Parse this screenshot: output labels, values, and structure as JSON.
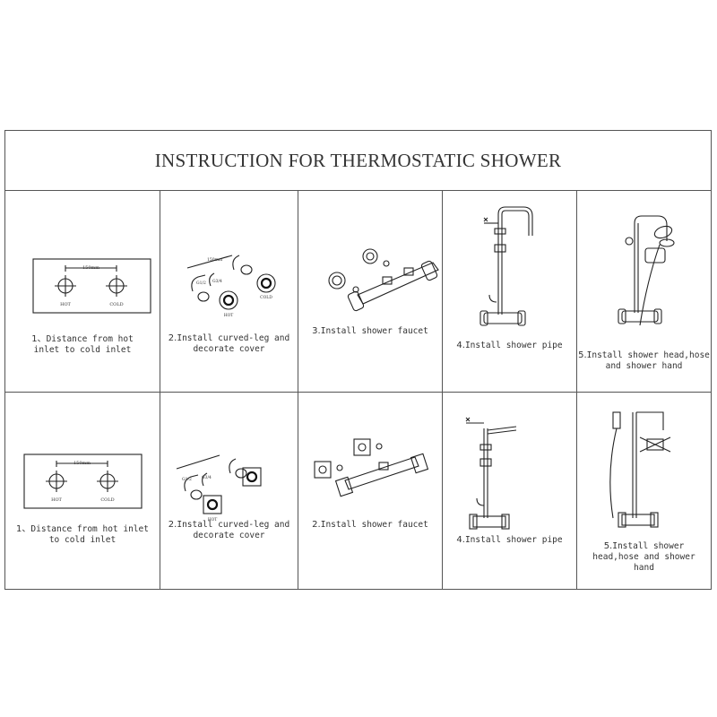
{
  "title": "INSTRUCTION FOR THERMOSTATIC SHOWER",
  "round_set": {
    "step1": {
      "num": "1、",
      "text_a": "Distance from hot",
      "text_b": "inlet to cold inlet",
      "dim": "150mm",
      "hot": "HOT",
      "cold": "COLD"
    },
    "step2": {
      "num": "2.",
      "text_a": "Install curved-leg and",
      "text_b": "decorate cover",
      "g12": "G1/2",
      "g34": "G3/4",
      "dim": "150mm",
      "hot": "HOT",
      "cold": "COLD"
    },
    "step3": {
      "num": "3.",
      "text_a": "Install shower faucet"
    },
    "step4": {
      "num": "4.",
      "text_a": "Install shower pipe"
    },
    "step5": {
      "num": "5.",
      "text_a": "Install shower head,hose",
      "text_b": "and shower hand"
    }
  },
  "square_set": {
    "step1": {
      "num": "1、",
      "text_a": "Distance from hot inlet",
      "text_b": "to cold inlet",
      "dim": "150mm",
      "hot": "HOT",
      "cold": "COLD"
    },
    "step2": {
      "num": "2.",
      "text_a": "Install curved-leg and",
      "text_b": "decorate cover",
      "g12": "G1/2",
      "g34": "G3/4",
      "hot": "HOT"
    },
    "step3": {
      "num": "2.",
      "text_a": "Install shower faucet"
    },
    "step4": {
      "num": "4.",
      "text_a": "Install shower pipe"
    },
    "step5": {
      "num": "5.",
      "text_a": "Install shower",
      "text_b": "head,hose and shower",
      "text_c": "hand"
    }
  }
}
